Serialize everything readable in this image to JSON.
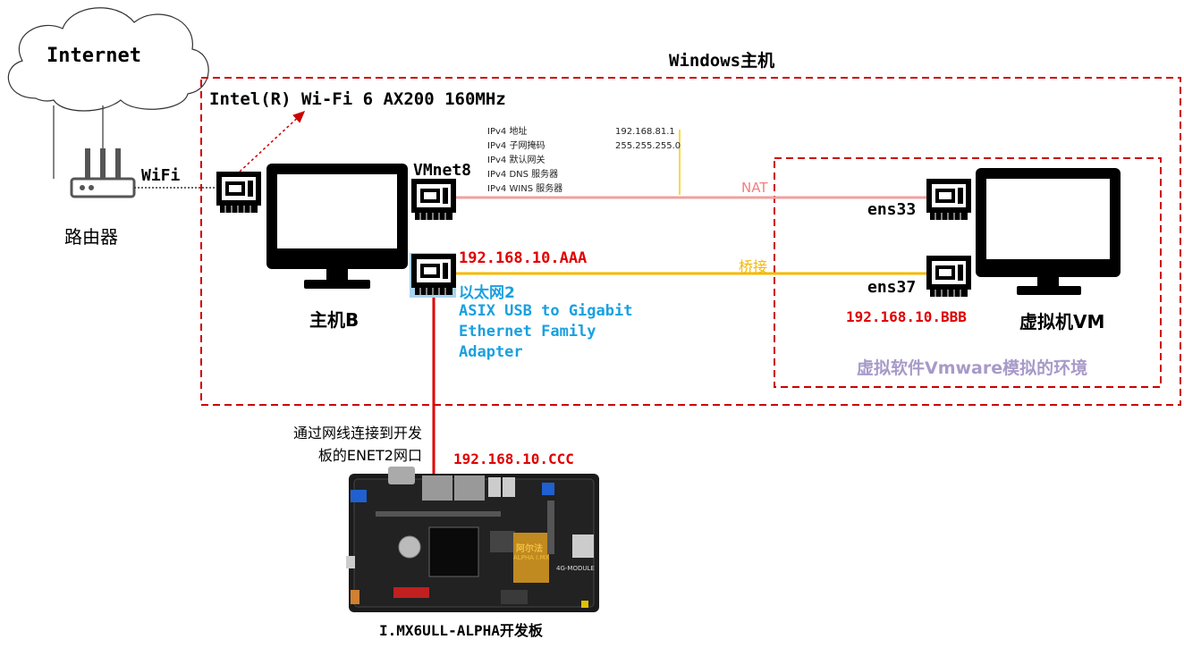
{
  "internet_label": "Internet",
  "wifi_label": "WiFi",
  "router_label": "路由器",
  "windows_host_label": "Windows主机",
  "wifi_adapter_label": "Intel(R) Wi-Fi 6 AX200 160MHz",
  "vmnet8_label": "VMnet8",
  "host_b_label": "主机B",
  "host_ip": "192.168.10.AAA",
  "ethernet2_label": "以太网2",
  "ethernet2_adapter_lines": [
    "ASIX USB to Gigabit",
    "Ethernet Family",
    "Adapter"
  ],
  "ipv4_info": {
    "labels": [
      "IPv4 地址",
      "IPv4 子网掩码",
      "IPv4 默认网关",
      "IPv4 DNS 服务器",
      "IPv4 WINS 服务器"
    ],
    "values": [
      "192.168.81.1",
      "255.255.255.0"
    ]
  },
  "nat_label": "NAT",
  "bridge_label": "桥接",
  "ens33_label": "ens33",
  "ens37_label": "ens37",
  "vm_ip": "192.168.10.BBB",
  "vm_label": "虚拟机VM",
  "vmware_env_label": "虚拟软件Vmware模拟的环境",
  "cable_note_lines": [
    "通过网线连接到开发",
    "板的ENET2网口"
  ],
  "board_ip": "192.168.10.CCC",
  "board_label": "I.MX6ULL-ALPHA开发板",
  "board_silk": {
    "brand": "阿尔法",
    "model": "ALPHA I.MX",
    "module": "4G-MODULE"
  },
  "colors": {
    "dashed_red": "#cc0000",
    "nat_line": "#f0a0a0",
    "bridge_line": "#f5b800",
    "cable": "#dd0000",
    "ip_red": "#e00000",
    "adapter_blue": "#1aa0e0",
    "vmware_purple": "#a89ac8",
    "nic_green": "#3a5a3a"
  }
}
